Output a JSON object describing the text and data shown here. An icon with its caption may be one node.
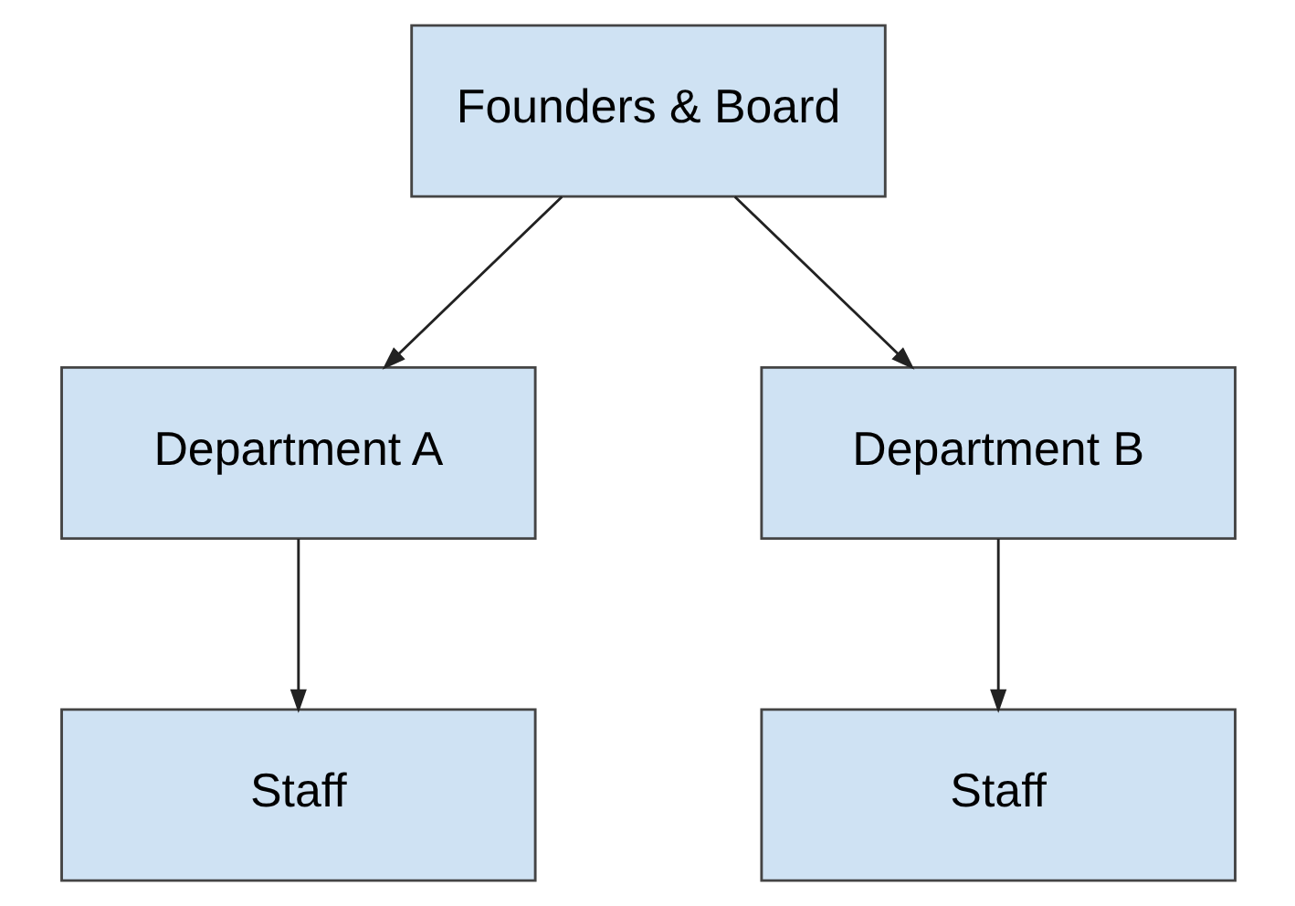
{
  "diagram": {
    "nodes": [
      {
        "text": [
          "Founders & Board"
        ]
      },
      {
        "text": [
          "Department A"
        ]
      },
      {
        "text": [
          "Department B"
        ]
      },
      {
        "text": [
          "Staff"
        ]
      },
      {
        "text": [
          "Staff"
        ]
      }
    ],
    "edges": [
      {
        "from": 0,
        "to": 1,
        "arrow": "to"
      },
      {
        "from": 0,
        "to": 2,
        "arrow": "to"
      },
      {
        "from": 1,
        "to": 3,
        "arrow": "to"
      },
      {
        "from": 2,
        "to": 4,
        "arrow": "to"
      }
    ]
  }
}
